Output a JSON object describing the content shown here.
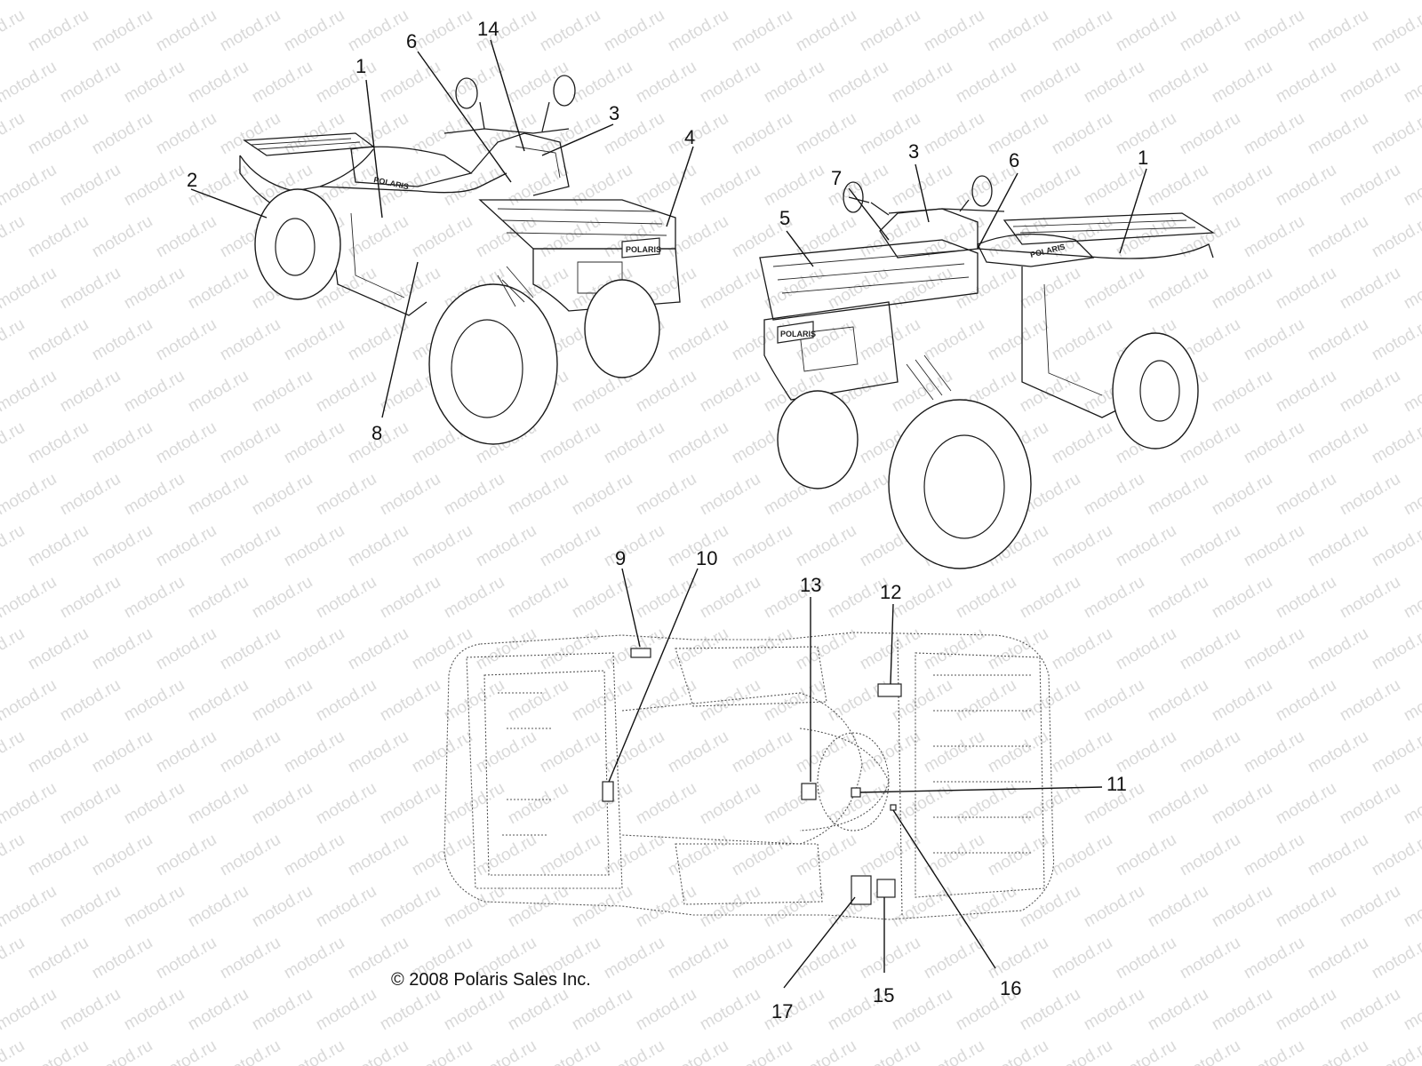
{
  "watermark": {
    "text": "motod.ru"
  },
  "copyright": {
    "text": "© 2008 Polaris Sales Inc."
  },
  "callouts": {
    "left_view": [
      "1",
      "2",
      "3",
      "4",
      "6",
      "8",
      "14"
    ],
    "right_view": [
      "1",
      "3",
      "5",
      "6",
      "7"
    ],
    "bottom_view": [
      "9",
      "10",
      "11",
      "12",
      "13",
      "15",
      "16",
      "17"
    ]
  },
  "brand_label": "POLARIS"
}
